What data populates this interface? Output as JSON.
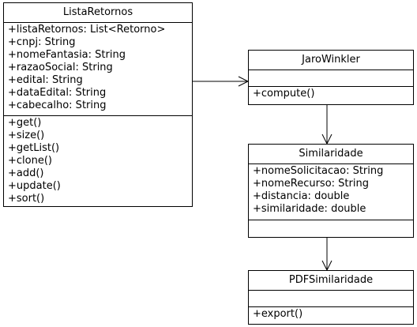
{
  "classes": {
    "lista_retornos": {
      "name": "ListaRetornos",
      "attributes": [
        "+listaRetornos: List<Retorno>",
        "+cnpj: String",
        "+nomeFantasia: String",
        "+razaoSocial: String",
        "+edital: String",
        "+dataEdital: String",
        "+cabecalho: String"
      ],
      "methods": [
        "+get()",
        "+size()",
        "+getList()",
        "+clone()",
        "+add()",
        "+update()",
        "+sort()"
      ]
    },
    "jaro_winkler": {
      "name": "JaroWinkler",
      "attributes": [],
      "methods": [
        "+compute()"
      ]
    },
    "similaridade": {
      "name": "Similaridade",
      "attributes": [
        "+nomeSolicitacao: String",
        "+nomeRecurso: String",
        "+distancia: double",
        "+similaridade: double"
      ],
      "methods": []
    },
    "pdf_similaridade": {
      "name": "PDFSimilaridade",
      "attributes": [],
      "methods": [
        "+export()"
      ]
    }
  }
}
